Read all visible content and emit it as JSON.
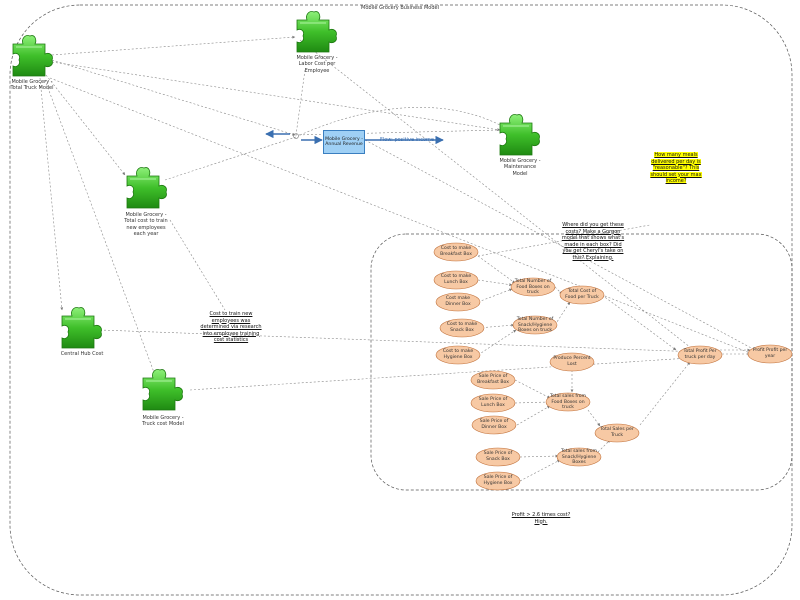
{
  "title": "Mobile Grocery Business Model",
  "puzzles": [
    {
      "id": "total-truck",
      "label": "Mobile Grocery - Total Truck Model"
    },
    {
      "id": "labor",
      "label": "Mobile Grocery - Labor Cost per Employee"
    },
    {
      "id": "maintenance",
      "label": "Mobile Grocery - Maintenance Model"
    },
    {
      "id": "training",
      "label": "Mobile Grocery - Total cost to train new employees each year"
    },
    {
      "id": "hub",
      "label": "Central Hub Cost"
    },
    {
      "id": "truck-cost",
      "label": "Mobile Grocery - Truck cost Model"
    }
  ],
  "annual_revenue": "Mobile Grocery - Annual Revenue",
  "flow_label": "Flow: positive income",
  "notes": {
    "model_question": "How many meals delivered per day is \"reasonable\"? This should set your max income?",
    "cost_question": "Where did you get these costs? Make a Gorgon model that shows what's made in each box? Did you get Cheryl's take on this? Explaining.",
    "training_note": "Cost to train new employees was determined via research into employee training cost statistics",
    "profit_note": "Profit > 2.6 times cost? High."
  },
  "ovals": [
    {
      "id": "breakfast",
      "label": "Cost to make Breakfast Box"
    },
    {
      "id": "lunch",
      "label": "Cost to make Lunch Box"
    },
    {
      "id": "dinner",
      "label": "Cost make Dinner Box"
    },
    {
      "id": "snack",
      "label": "Cost to make Snack Box"
    },
    {
      "id": "hygiene",
      "label": "Cost to make Hygiene Box"
    },
    {
      "id": "food-boxes",
      "label": "Total Number of Food Boxes on truck"
    },
    {
      "id": "snack-hygiene",
      "label": "Total Number of Snack/Hygiene Boxes on truck"
    },
    {
      "id": "total-cost",
      "label": "Total Cost of Food per Truck"
    },
    {
      "id": "produce",
      "label": "Produce Percent Lost"
    },
    {
      "id": "sp-breakfast",
      "label": "Sale Price of Breakfast Box"
    },
    {
      "id": "sp-lunch",
      "label": "Sale Price of Lunch Box"
    },
    {
      "id": "sp-dinner",
      "label": "Sale Price of Dinner Box"
    },
    {
      "id": "sp-snack",
      "label": "Sale Price of Snack Box"
    },
    {
      "id": "sp-hygiene",
      "label": "Sale Price of Hygiene Box"
    },
    {
      "id": "sales-food",
      "label": "Total sales from Food Boxes on truck"
    },
    {
      "id": "sales-snack",
      "label": "Total sales from Snack/Hygiene Boxes"
    },
    {
      "id": "total-sales",
      "label": "Total Sales per Truck"
    },
    {
      "id": "profit-day",
      "label": "Total Profit Per truck per day"
    },
    {
      "id": "profit-year",
      "label": "Profit Profit per year"
    }
  ],
  "colors": {
    "puzzle_green": "#3fbf2a",
    "oval_fill": "#f7c9a4",
    "oval_stroke": "#c0703a",
    "rect_fill": "#9fd0f5",
    "highlight": "#ffff00"
  }
}
